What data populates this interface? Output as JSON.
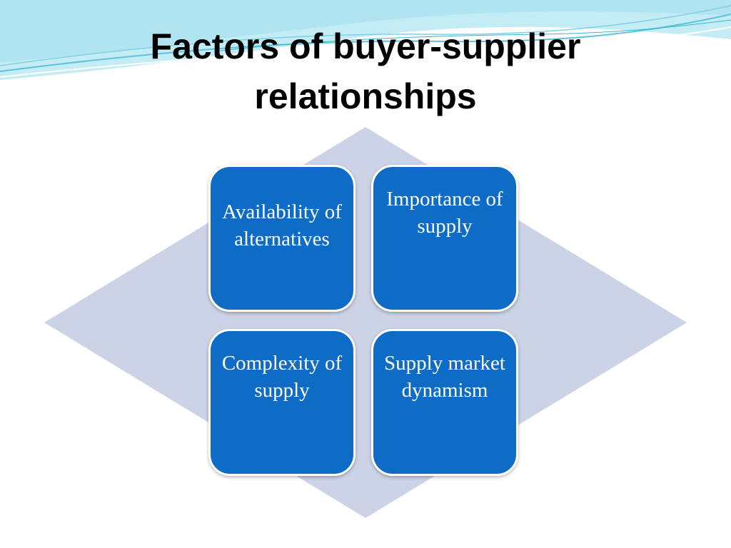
{
  "slide": {
    "title": "Factors of buyer-supplier relationships"
  },
  "factors": [
    {
      "label": "Availability of alternatives"
    },
    {
      "label": "Importance of supply"
    },
    {
      "label": "Complexity of supply"
    },
    {
      "label": "Supply market dynamism"
    }
  ],
  "colors": {
    "box_fill": "#0f6cc6",
    "box_border": "#ffffff",
    "diamond_fill": "#ccd3e6",
    "wave_light": "#a9e1ef",
    "wave_mid": "#5fc3dd",
    "title_text": "#000000",
    "box_text": "#ffffff"
  }
}
